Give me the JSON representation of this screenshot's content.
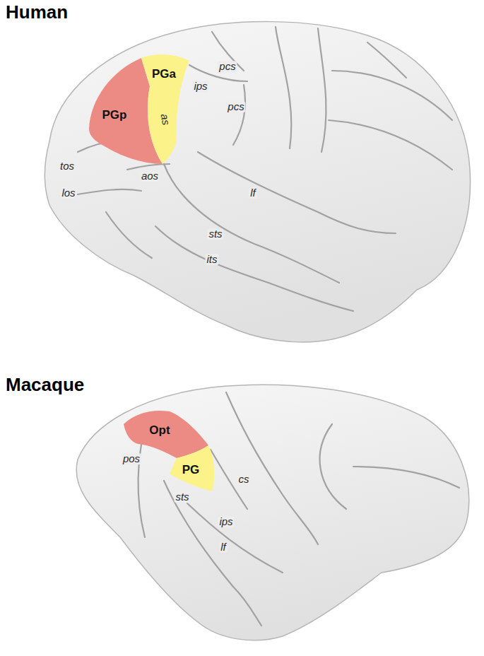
{
  "diagram": {
    "nodes": [
      {
        "text": [
          "PGp"
        ]
      },
      {
        "text": [
          "PGa"
        ]
      },
      {
        "text": [
          "Opt"
        ]
      },
      {
        "text": [
          "PG"
        ]
      }
    ],
    "labels": [
      "Human",
      "pcs",
      "ips",
      "pcs",
      "tos",
      "as",
      "aos",
      "lf",
      "los",
      "sts",
      "its",
      "Macaque",
      "pos",
      "cs",
      "ips",
      "sts",
      "lf"
    ]
  }
}
